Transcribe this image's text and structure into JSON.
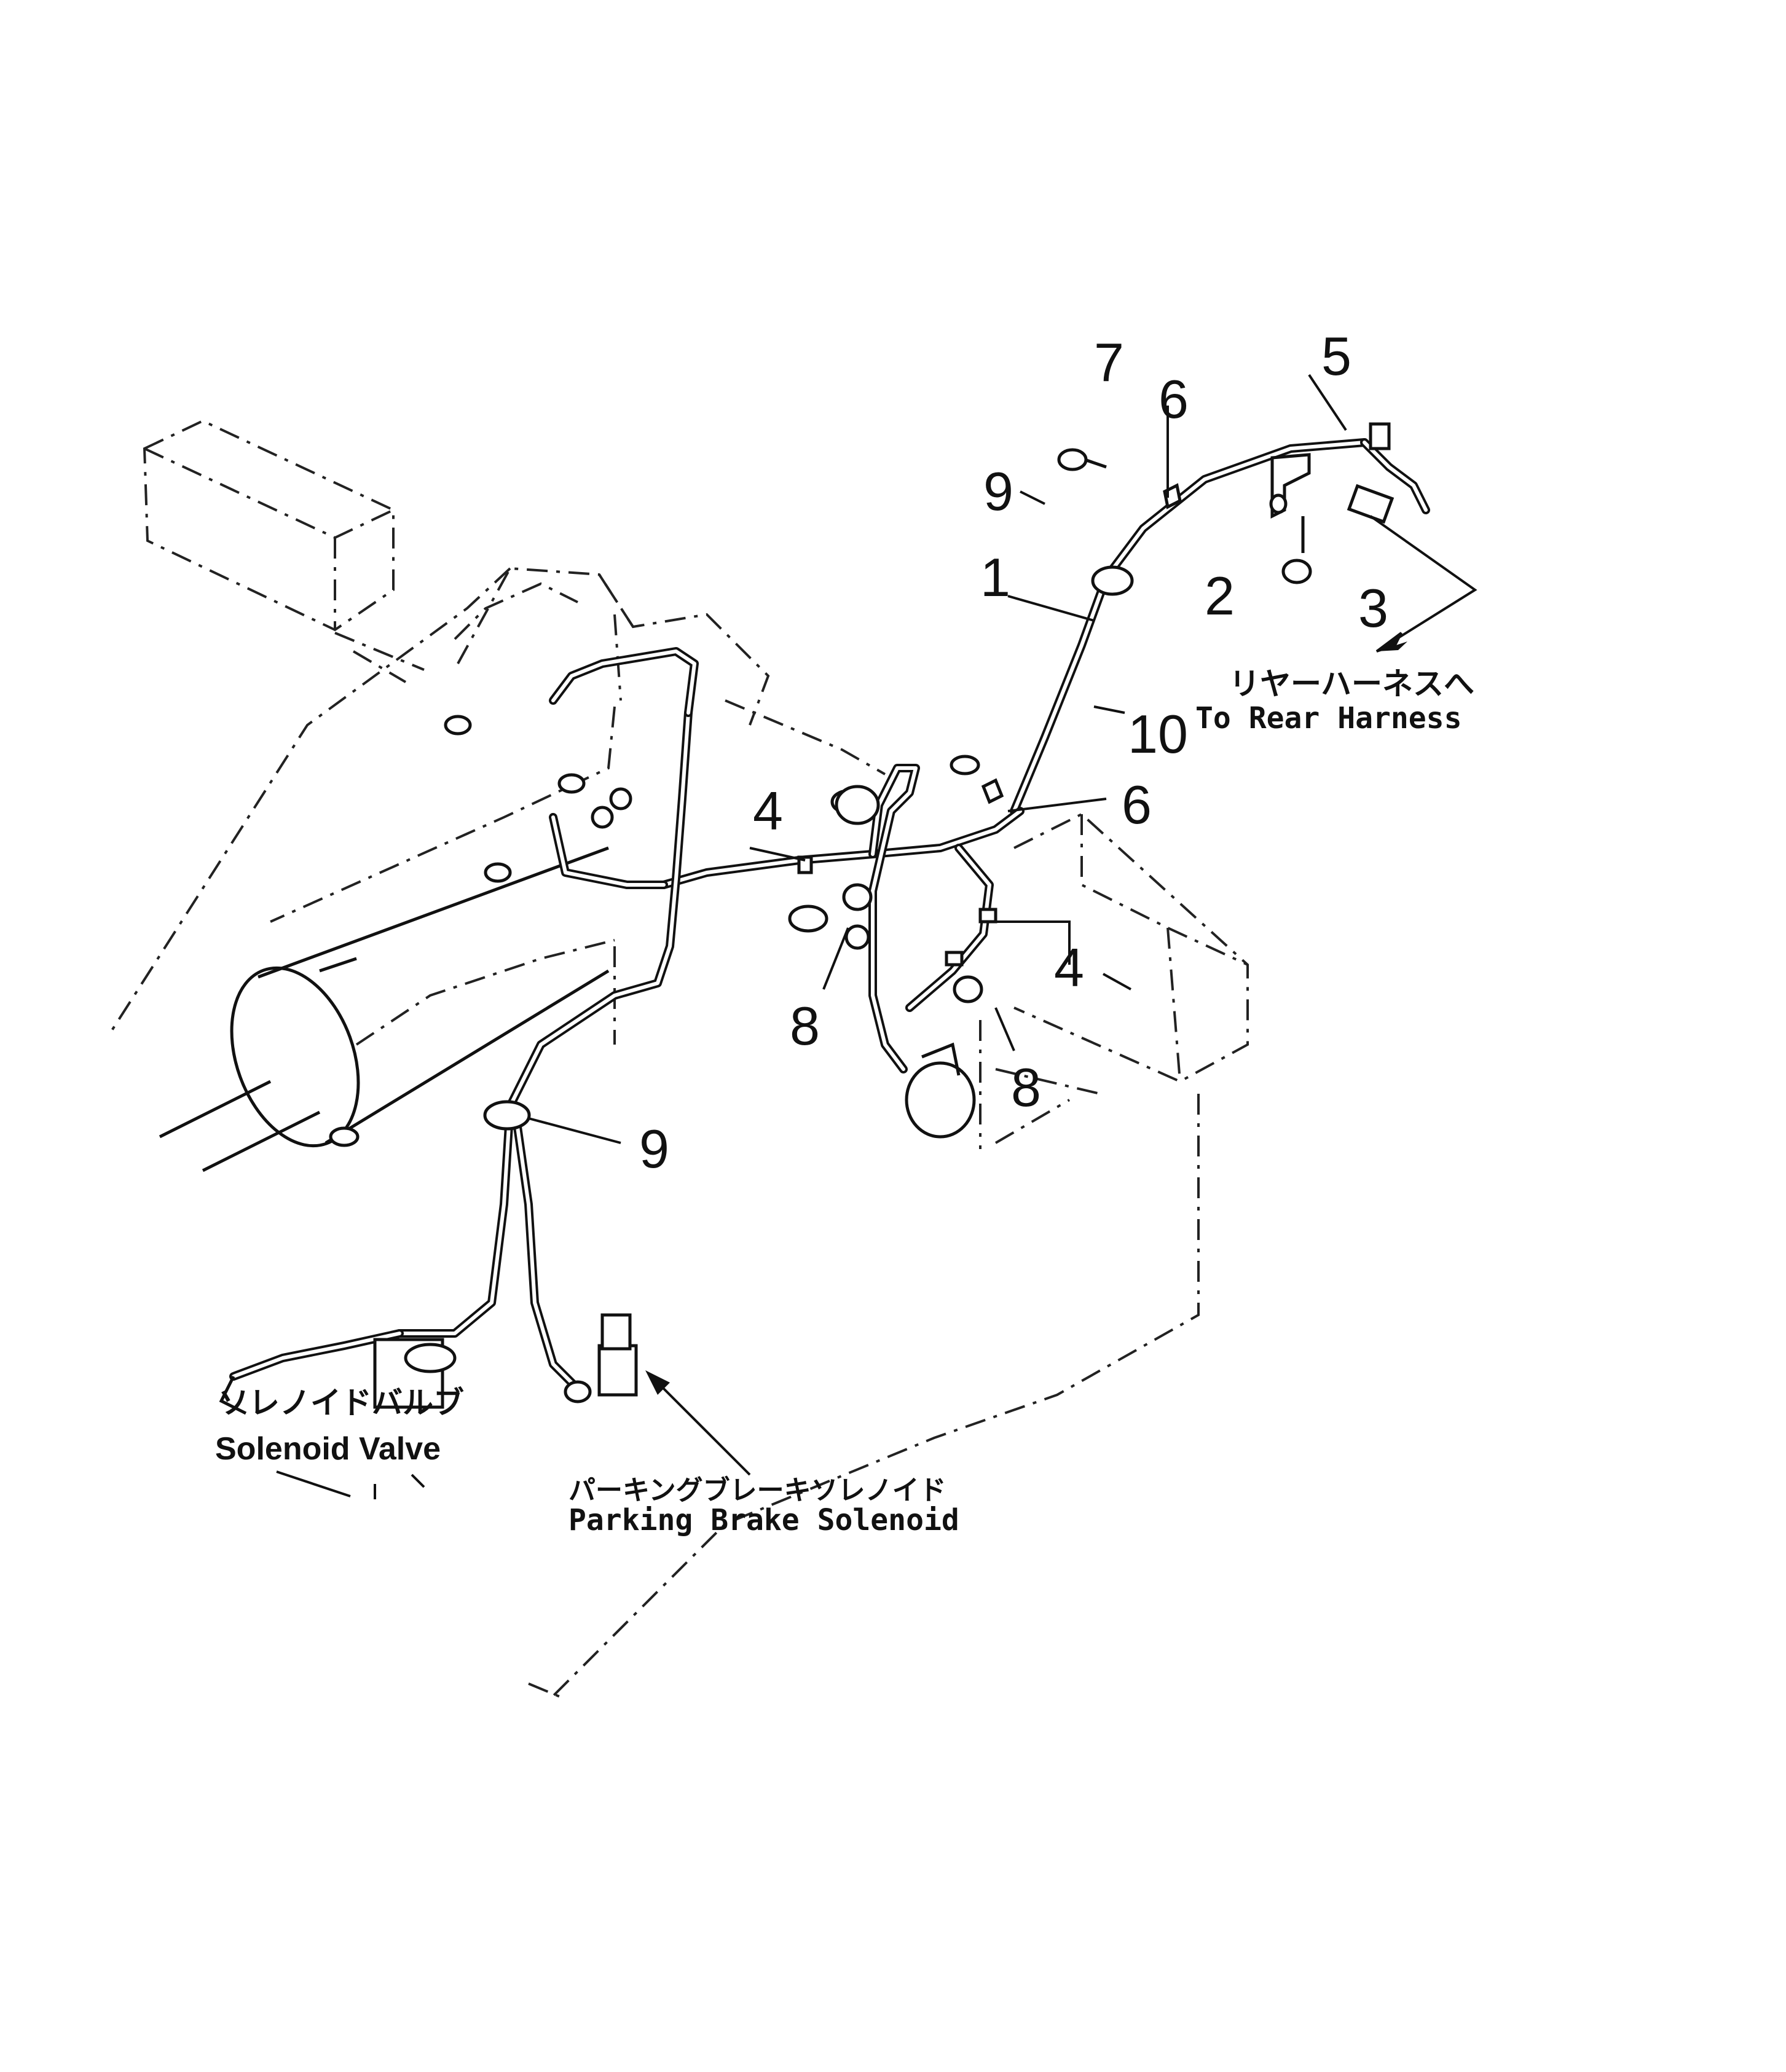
{
  "callouts": {
    "c1": "1",
    "c2": "2",
    "c3": "3",
    "c4a": "4",
    "c4b": "4",
    "c5": "5",
    "c6a": "6",
    "c6b": "6",
    "c7": "7",
    "c8a": "8",
    "c8b": "8",
    "c9a": "9",
    "c9b": "9",
    "c10": "10"
  },
  "labels": {
    "rear_harness_jp": "リヤーハーネスへ",
    "rear_harness_en": "To Rear Harness",
    "solenoid_valve_jp": "ソレノイドバルブ",
    "solenoid_valve_en": "Solenoid Valve",
    "parking_brake_jp": "パーキングブレーキソレノイド",
    "parking_brake_en": "Parking Brake Solenoid"
  }
}
